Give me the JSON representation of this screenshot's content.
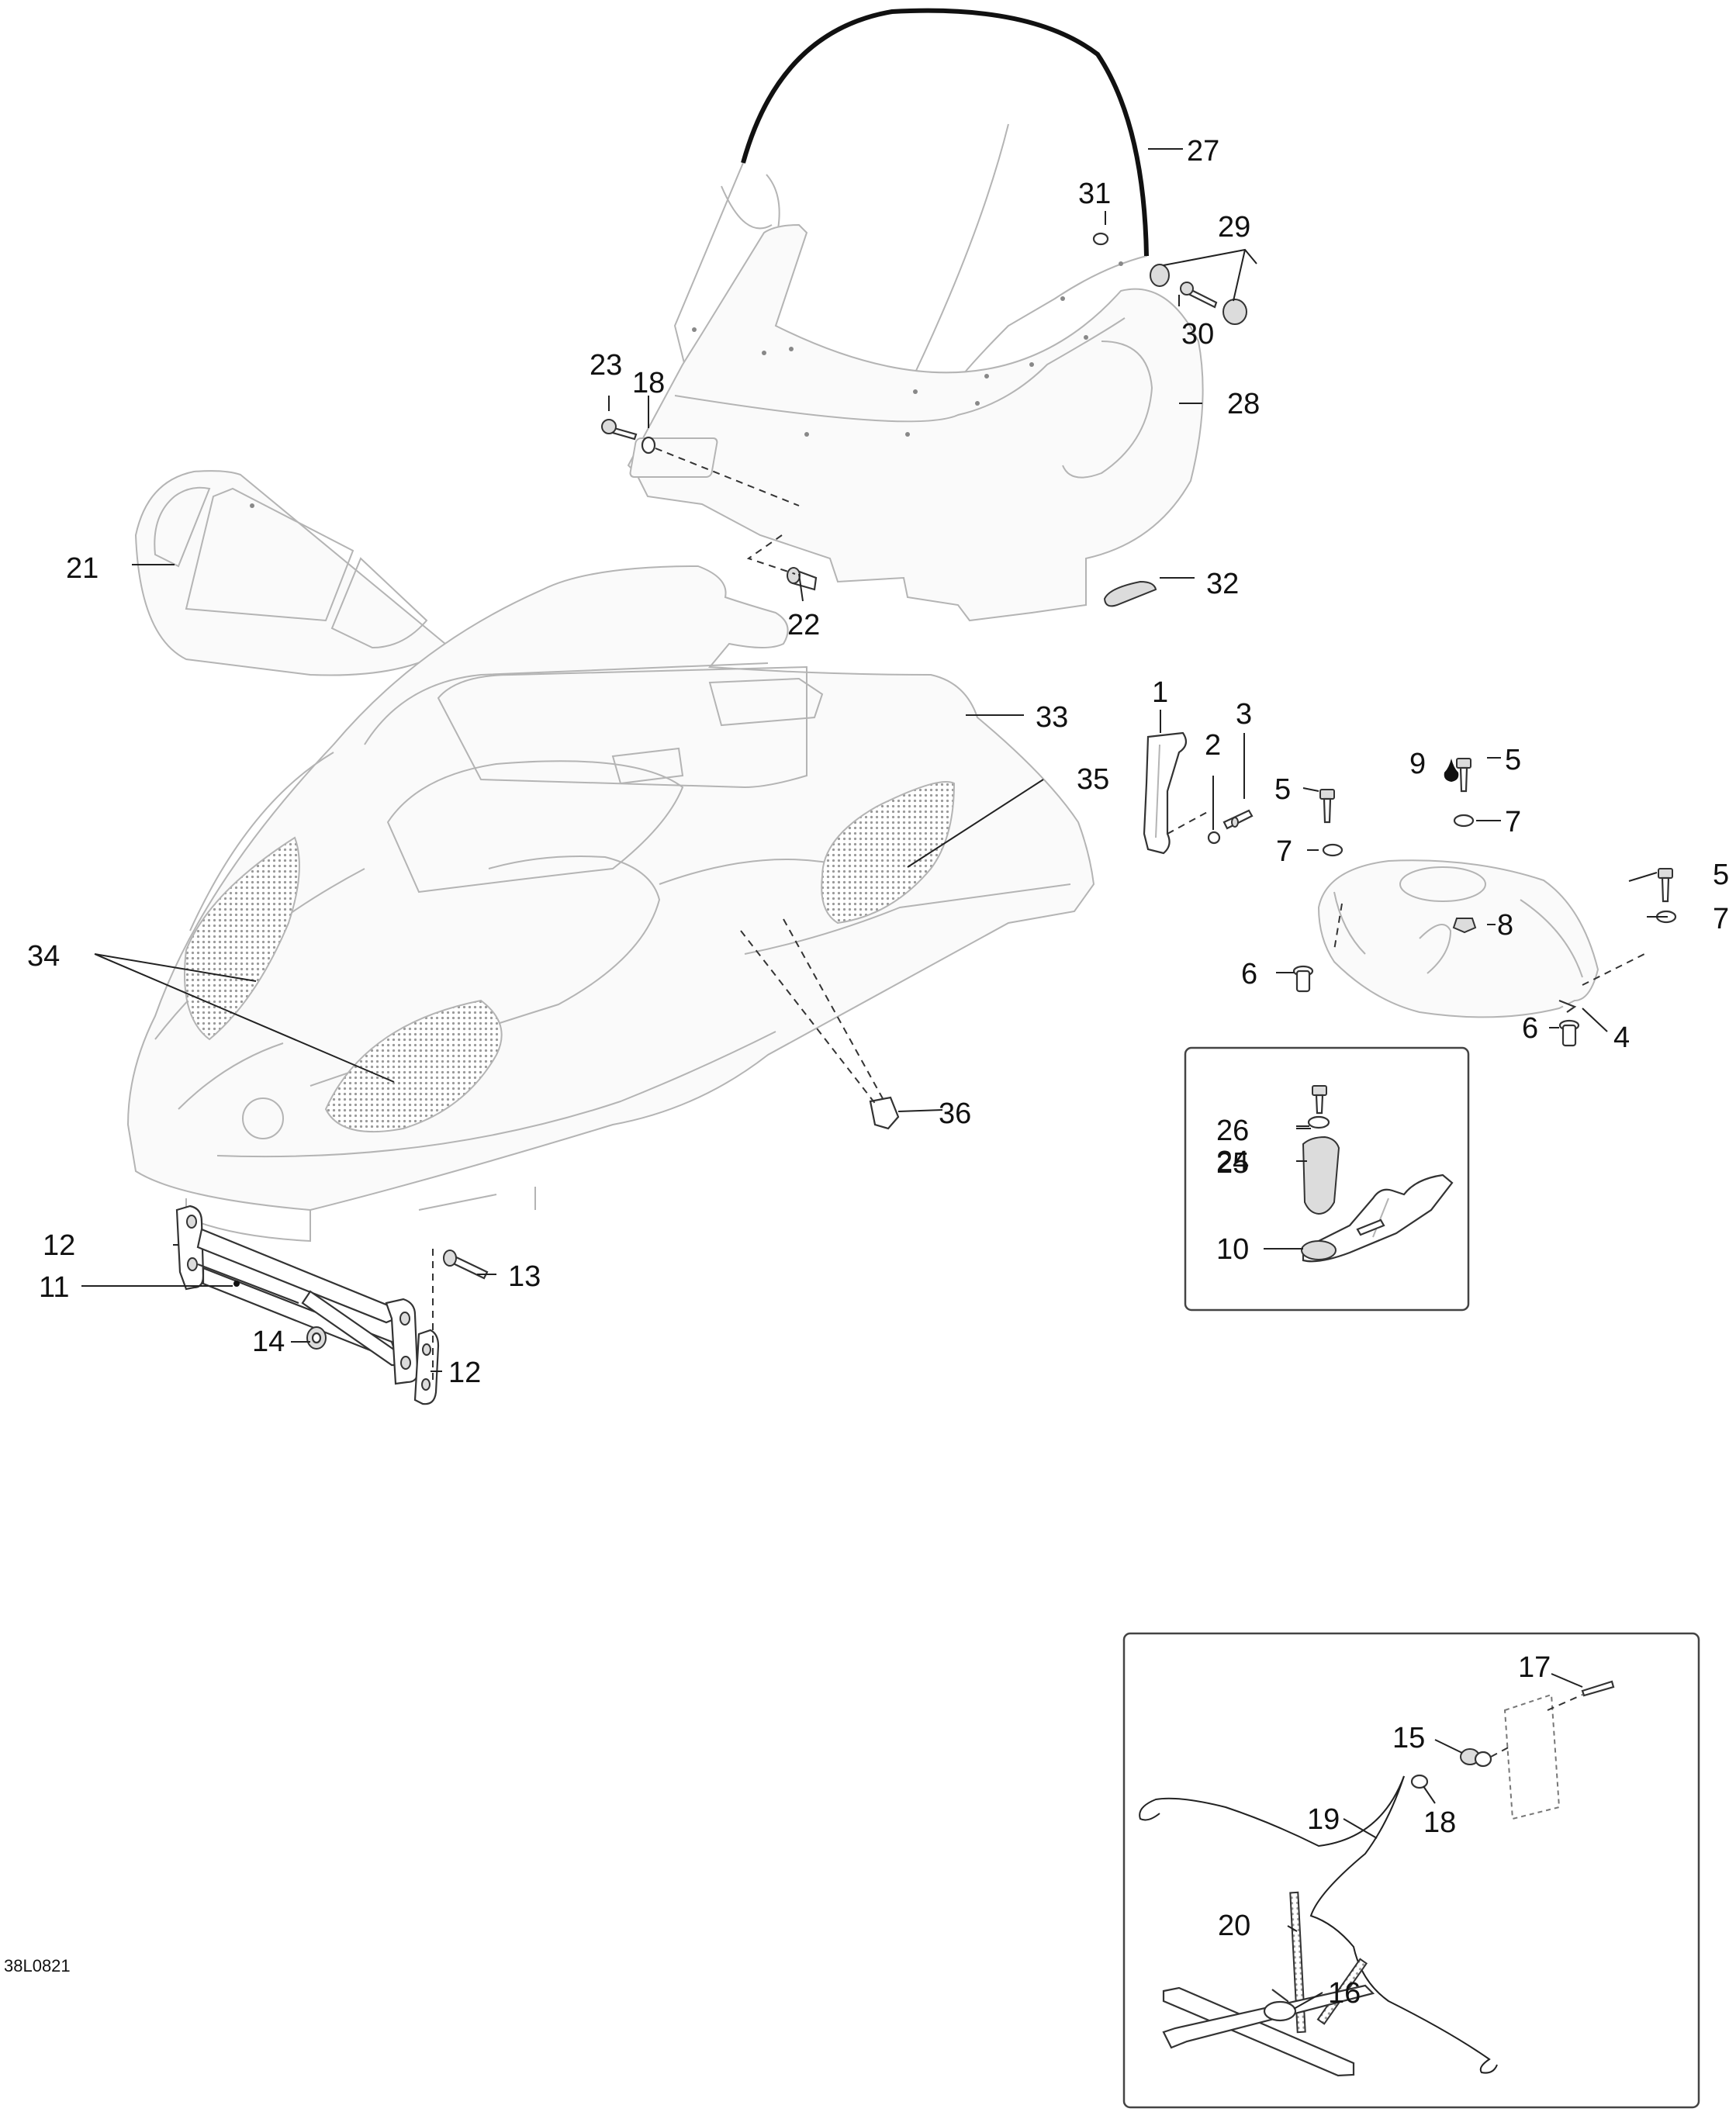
{
  "diagram_code": "38L0821",
  "callouts": {
    "c1": "1",
    "c2": "2",
    "c3": "3",
    "c4": "4",
    "c5a": "5",
    "c5b": "5",
    "c5c": "5",
    "c6a": "6",
    "c6b": "6",
    "c7a": "7",
    "c7b": "7",
    "c7c": "7",
    "c8": "8",
    "c9": "9",
    "c10": "10",
    "c11": "11",
    "c12a": "12",
    "c12b": "12",
    "c13": "13",
    "c14": "14",
    "c15": "15",
    "c16": "16",
    "c17": "17",
    "c18a": "18",
    "c18b": "18",
    "c19": "19",
    "c20": "20",
    "c21": "21",
    "c22": "22",
    "c23": "23",
    "c24": "24",
    "c25": "25",
    "c26": "26",
    "c27": "27",
    "c28": "28",
    "c29": "29",
    "c30": "30",
    "c31": "31",
    "c32": "32",
    "c33": "33",
    "c34": "34",
    "c35": "35",
    "c36": "36"
  }
}
